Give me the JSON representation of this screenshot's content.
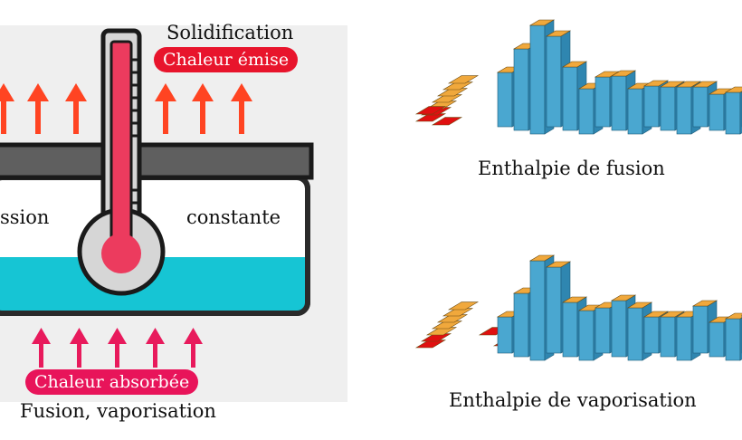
{
  "left_diagram": {
    "top_title": "Solidification",
    "top_badge": "Chaleur émise",
    "left_text": "ssion",
    "right_text": "constante",
    "bottom_badge": "Chaleur absorbée",
    "bottom_caption": "Fusion, vaporisation",
    "colors": {
      "emitted_arrow": "#ff4422",
      "emitted_badge": "#e8142c",
      "absorbed_arrow": "#e81a5c",
      "absorbed_badge": "#e8145a",
      "liquid": "#16c5d4",
      "lid": "#5f5f5f",
      "thermometer_fill": "#ec3b5e"
    }
  },
  "charts": {
    "fusion_caption": "Enthalpie de fusion",
    "vaporisation_caption": "Enthalpie de vaporisation",
    "colors": {
      "bar_side": "#4aa7d0",
      "tile_top": "#f0a83c",
      "highlight": "#e01010"
    }
  }
}
